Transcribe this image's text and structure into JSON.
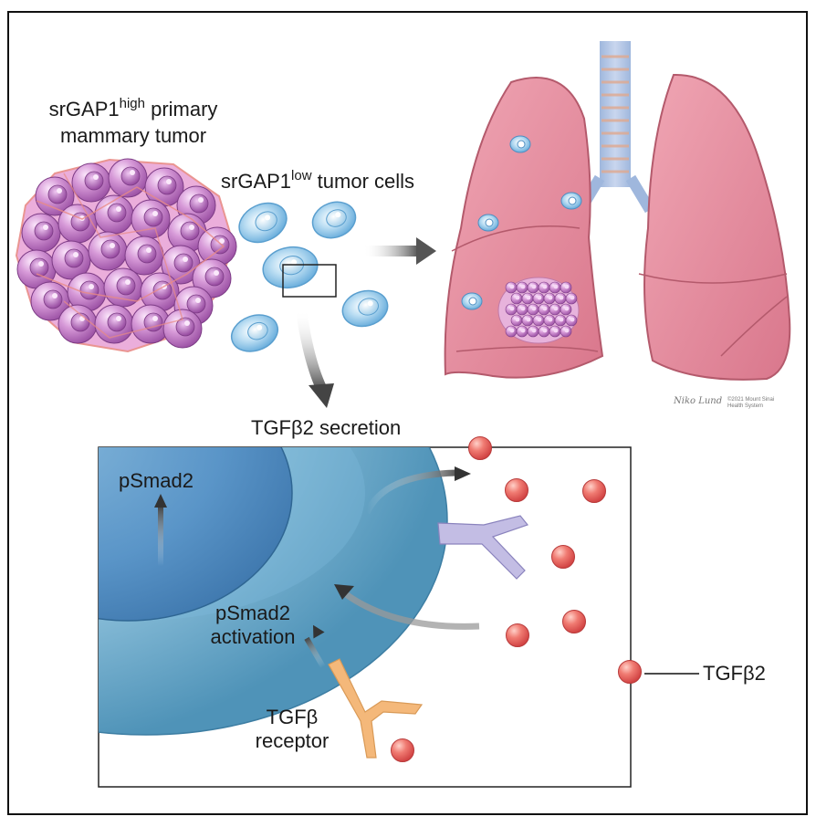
{
  "labels": {
    "primary_tumor": {
      "prefix": "srGAP1",
      "sup": "high",
      "suffix": " primary",
      "line2": "mammary tumor"
    },
    "tumor_cells": {
      "prefix": "srGAP1",
      "sup": "low",
      "suffix": " tumor cells"
    },
    "tgfb2_secretion": "TGFβ2 secretion",
    "psmad2": "pSmad2",
    "psmad2_activation_1": "pSmad2",
    "psmad2_activation_2": "activation",
    "tgfb_receptor_1": "TGFβ",
    "tgfb_receptor_2": "receptor",
    "tgfb2_legend": "TGFβ2"
  },
  "credit": {
    "signature": "Niko Lund",
    "line1": "©2021 Mount Sinai",
    "line2": "Health System"
  },
  "colors": {
    "cell_blue": "#8cc4e6",
    "tumor_purple": "#b86fc0",
    "lung_pink": "#e58fa0",
    "tgfb2_red": "#e65a5a",
    "receptor_orange": "#f2b272",
    "receptor_lavender": "#b7b0da"
  }
}
